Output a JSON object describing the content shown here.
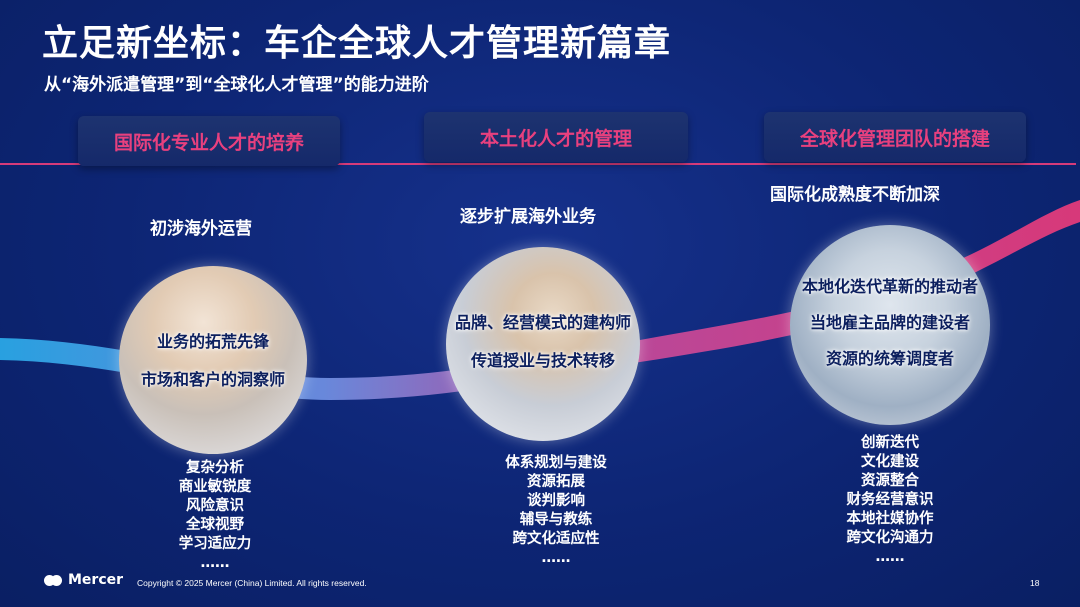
{
  "title": "立足新坐标：车企全球人才管理新篇章",
  "subtitle": "从“海外派遣管理”到“全球化人才管理”的能力进阶",
  "phases": [
    {
      "label": "国际化专业人才的培养"
    },
    {
      "label": "本土化人才的管理"
    },
    {
      "label": "全球化管理团队的搭建"
    }
  ],
  "stages": [
    {
      "label": "初涉海外运营",
      "roles": [
        "业务的拓荒先锋",
        "市场和客户的洞察师"
      ],
      "skills": [
        "复杂分析",
        "商业敏锐度",
        "风险意识",
        "全球视野",
        "学习适应力",
        "……"
      ]
    },
    {
      "label": "逐步扩展海外业务",
      "roles": [
        "品牌、经营模式的建构师",
        "传道授业与技术转移"
      ],
      "skills": [
        "体系规划与建设",
        "资源拓展",
        "谈判影响",
        "辅导与教练",
        "跨文化适应性",
        "……"
      ]
    },
    {
      "label": "国际化成熟度不断加深",
      "roles": [
        "本地化迭代革新的推动者",
        "当地雇主品牌的建设者",
        "资源的统筹调度者"
      ],
      "skills": [
        "创新迭代",
        "文化建设",
        "资源整合",
        "财务经营意识",
        "本地社媒协作",
        "跨文化沟通力",
        "……"
      ]
    }
  ],
  "footer": {
    "logo": "Mercer",
    "copyright": "Copyright © 2025 Mercer (China) Limited. All rights reserved.",
    "page": "18"
  },
  "colors": {
    "background": "#0d2574",
    "accent_pink": "#e8407e",
    "wave_start": "#2aa7e6",
    "wave_end": "#e23a7a"
  }
}
